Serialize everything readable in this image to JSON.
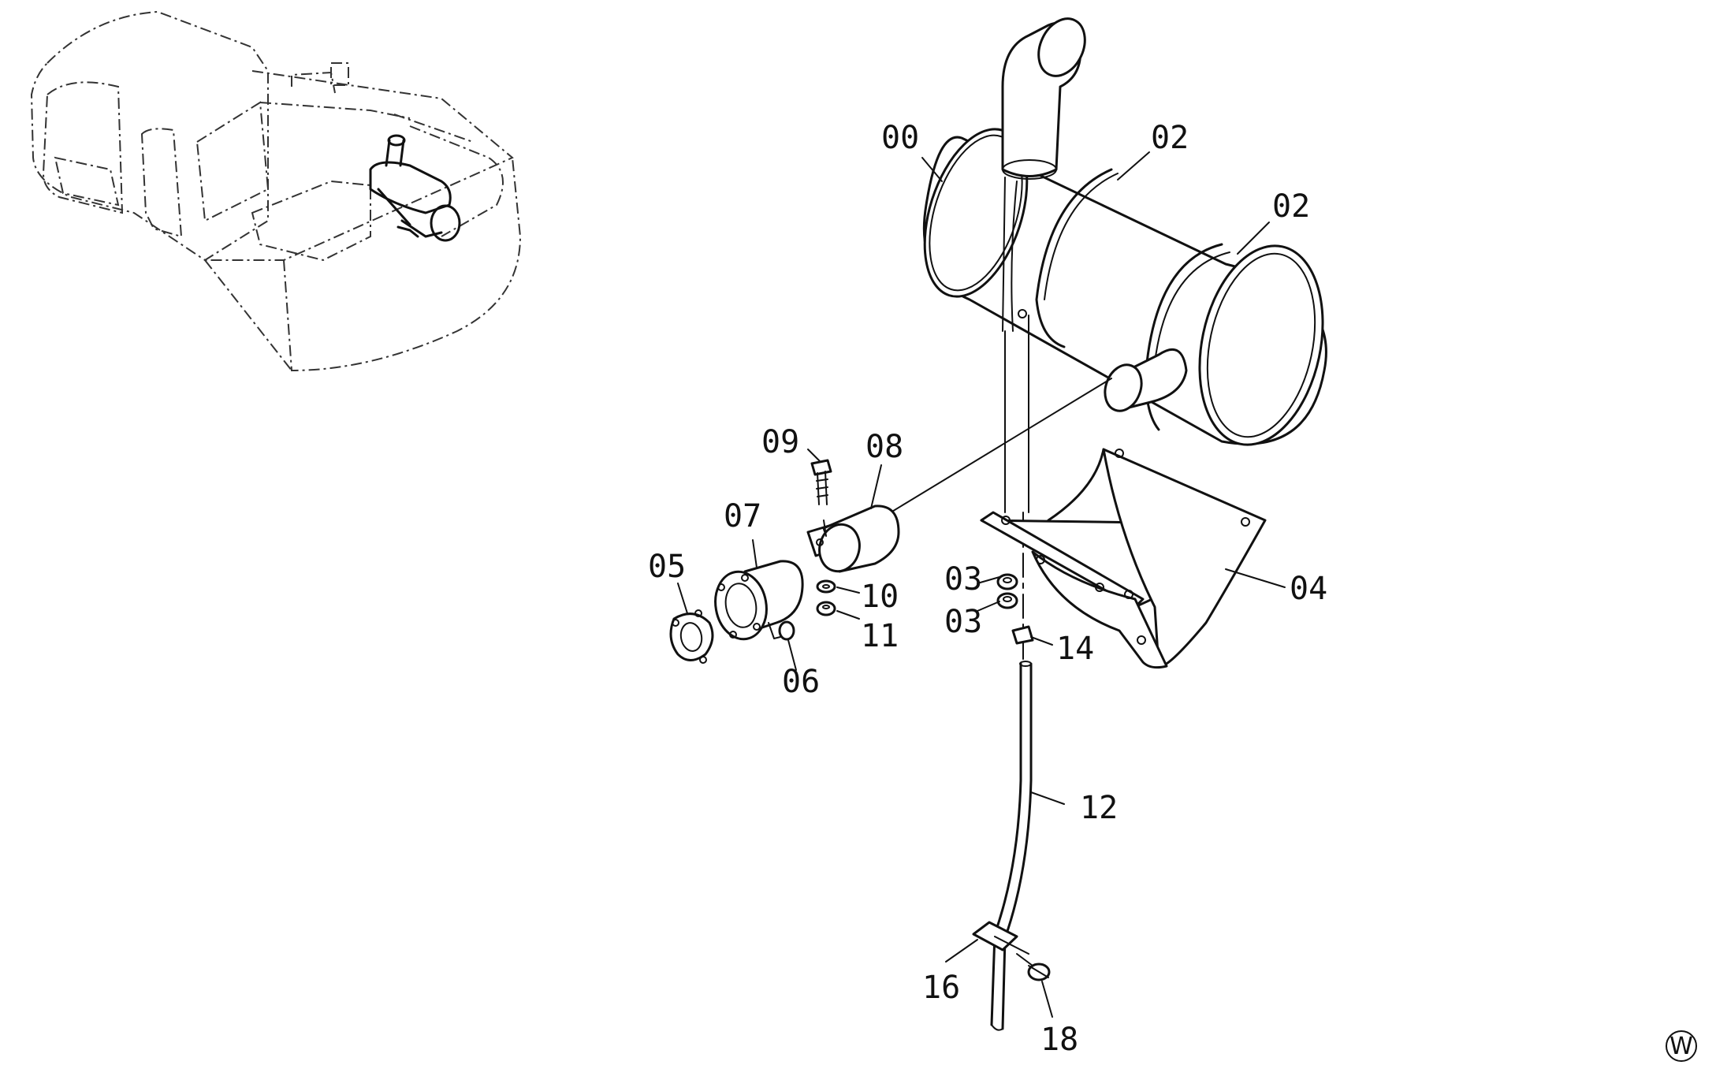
{
  "callouts": {
    "c00": "00",
    "c02a": "02",
    "c02b": "02",
    "c03a": "03",
    "c03b": "03",
    "c04": "04",
    "c05": "05",
    "c06": "06",
    "c07": "07",
    "c08": "08",
    "c09": "09",
    "c10": "10",
    "c11": "11",
    "c12": "12",
    "c14": "14",
    "c16": "16",
    "c18": "18"
  },
  "corner_mark": "W"
}
